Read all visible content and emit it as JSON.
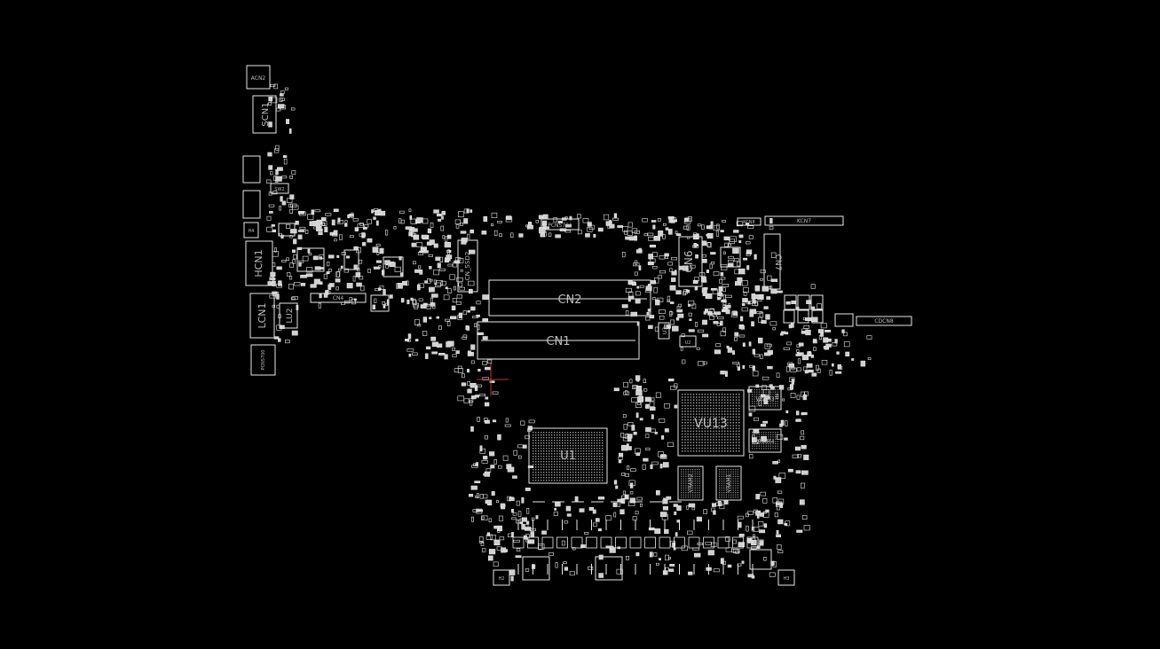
{
  "viewer": {
    "background": "#000000",
    "outline_color": "#e8e8e8",
    "label_color": "#bdbdbd",
    "cursor_color": "#c0392b"
  },
  "components": {
    "acn2": "ACN2",
    "scn1": "SCN1",
    "sw2": "SW2",
    "hcn1": "HCN1",
    "lcn1": "LCN1",
    "lu2": "LU2",
    "pcn5700": "PCN5700",
    "cn4": "CN4",
    "cn_ssd2": "CN_SSD2",
    "pcn5701": "PCN5701",
    "cn2": "CN2",
    "cn1": "CN1",
    "cn6": "CN6",
    "cn7": "CN7",
    "kcn8": "KCN8",
    "kcn7": "KCN7",
    "u3": "U3",
    "u2": "U2",
    "cdcn8": "CDCN8",
    "vu13": "VU13",
    "vram3": "VRAM3",
    "vram4": "VRAM4",
    "vram2": "VRAM2",
    "vram1": "VRAM1",
    "u1": "U1",
    "h2": "H2",
    "h3": "H3",
    "h4": "H4"
  }
}
